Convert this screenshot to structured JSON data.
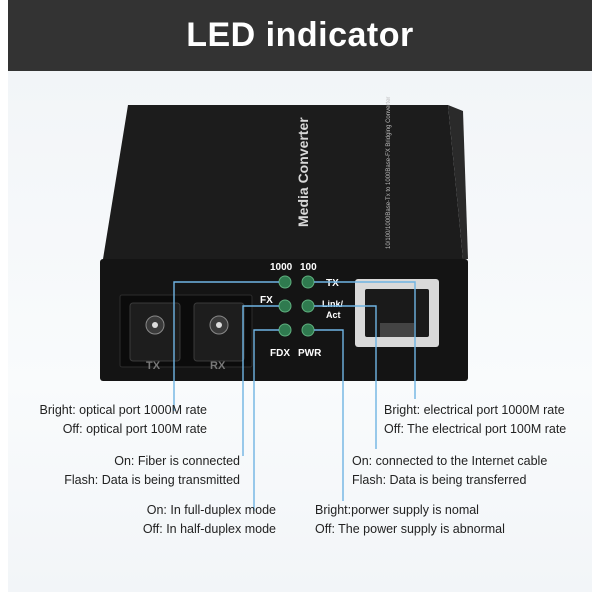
{
  "header": {
    "title": "LED indicator"
  },
  "device": {
    "brand_text": "Media Converter",
    "model_text": "10/100/1000Base-Tx to 1000Base-FX Bridging Converter",
    "port_text_fiber_tx": "TX",
    "port_text_fiber_rx": "RX"
  },
  "panel_labels": {
    "speed_1000": "1000",
    "speed_100": "100",
    "fx": "FX",
    "tx": "TX",
    "link_act_line1": "Link/",
    "link_act_line2": "Act",
    "fdx": "FDX",
    "pwr": "PWR"
  },
  "annotations": {
    "fiber_speed": {
      "line1": "Bright: optical port 1000M rate",
      "line2": "Off: optical port 100M rate"
    },
    "fiber_link": {
      "line1": "On: Fiber is connected",
      "line2": "Flash: Data is being transmitted"
    },
    "duplex": {
      "line1": "On: In full-duplex mode",
      "line2": "Off: In half-duplex mode"
    },
    "electrical_speed": {
      "line1": "Bright: electrical port 1000M rate",
      "line2": "Off: The electrical port 100M rate"
    },
    "electrical_link": {
      "line1": "On: connected to the Internet cable",
      "line2": "Flash: Data is being transferred"
    },
    "power": {
      "line1": "Bright:porwer supply is nomal",
      "line2": "Off: The power supply is abnormal"
    }
  },
  "colors": {
    "banner": "#333333",
    "callout_line": "#6fb4e3",
    "led_green": "#2f7a4f"
  }
}
